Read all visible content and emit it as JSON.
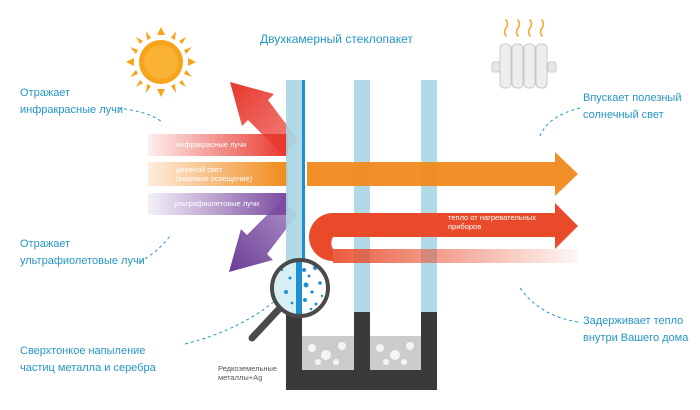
{
  "title": "Двухкамерный стеклопакет",
  "left_labels": {
    "reflects_ir": [
      "Отражает",
      "инфракрасные лучи"
    ],
    "reflects_uv": [
      "Отражает",
      "ультрафиолетовые лучи"
    ],
    "coating": [
      "Сверхтонкое напыление",
      "частиц металла и серебра"
    ]
  },
  "right_labels": {
    "lets_in_light": [
      "Впускает полезный",
      "солнечный свет"
    ],
    "keeps_heat": [
      "Задерживает тепло",
      "внутри Вашего дома"
    ]
  },
  "band_labels": {
    "infrared": "инфракрасные лучи",
    "daylight": [
      "дневной свет",
      "(видимое освещение)"
    ],
    "ultraviolet": "ультрафиолетовые лучи",
    "heater_heat": [
      "тепло от нагревательных",
      "приборов"
    ]
  },
  "bottom_label": [
    "Редкоземельные",
    "металлы+Ag"
  ],
  "icons": [
    "sun-icon",
    "radiator-icon",
    "magnifier-icon"
  ],
  "colors": {
    "accent_text": "#2596c7",
    "infrared": "#e8372d",
    "daylight": "#f08a1c",
    "ultraviolet": "#7a4aa0",
    "heat": "#e84a2a",
    "glass": "#a9d6e3",
    "spacer": "#3a3a3a",
    "sun": "#f7a41c"
  }
}
